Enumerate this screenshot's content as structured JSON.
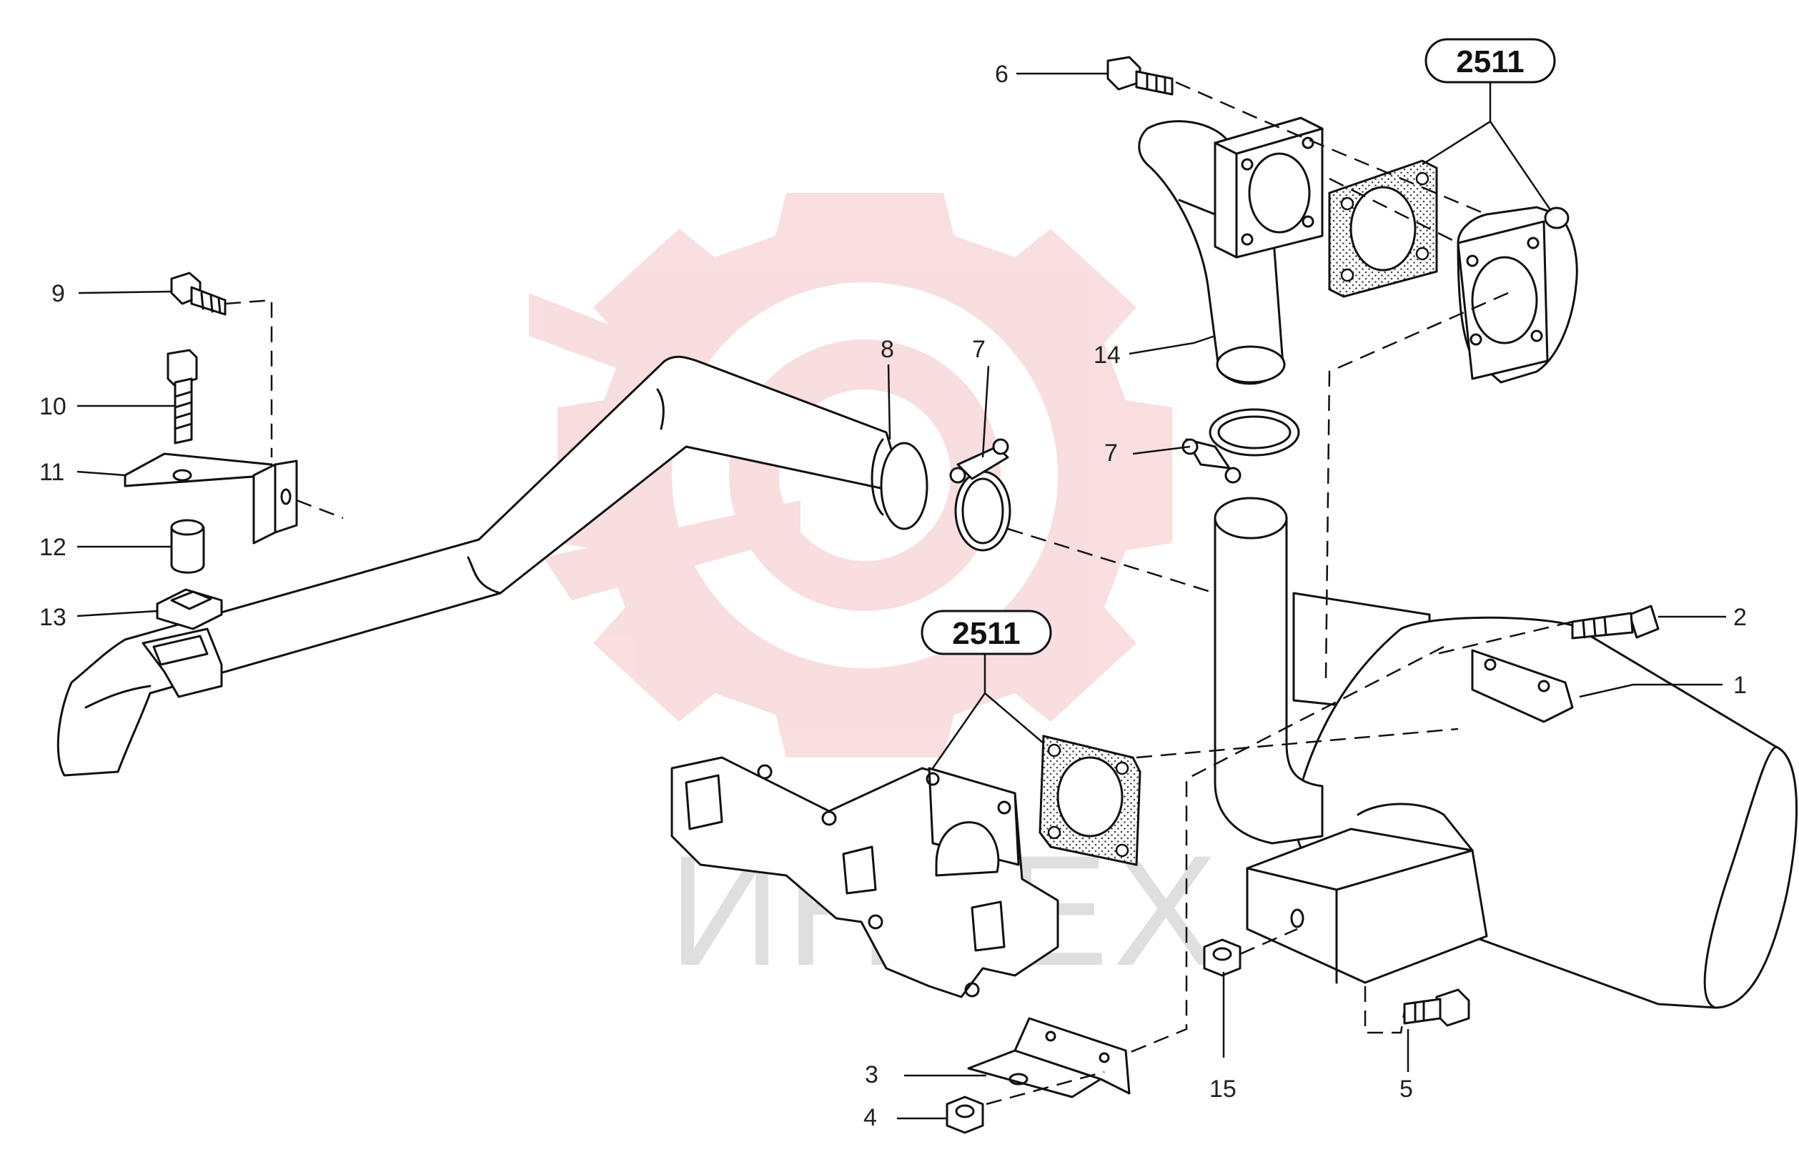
{
  "callouts": [
    {
      "id": "c1",
      "text": "1"
    },
    {
      "id": "c2",
      "text": "2"
    },
    {
      "id": "c3",
      "text": "3"
    },
    {
      "id": "c4",
      "text": "4"
    },
    {
      "id": "c5",
      "text": "5"
    },
    {
      "id": "c6",
      "text": "6"
    },
    {
      "id": "c7a",
      "text": "7"
    },
    {
      "id": "c7b",
      "text": "7"
    },
    {
      "id": "c8",
      "text": "8"
    },
    {
      "id": "c9",
      "text": "9"
    },
    {
      "id": "c10",
      "text": "10"
    },
    {
      "id": "c11",
      "text": "11"
    },
    {
      "id": "c12",
      "text": "12"
    },
    {
      "id": "c13",
      "text": "13"
    },
    {
      "id": "c14",
      "text": "14"
    },
    {
      "id": "c15",
      "text": "15"
    }
  ],
  "references": [
    {
      "id": "r1",
      "text": "2511"
    },
    {
      "id": "r2",
      "text": "2511"
    }
  ],
  "watermark": {
    "text": "ИНТЕХ",
    "color": "#f2b8b8"
  },
  "colors": {
    "line": "#111111",
    "background": "#ffffff",
    "watermark": "#f4c4c4"
  }
}
